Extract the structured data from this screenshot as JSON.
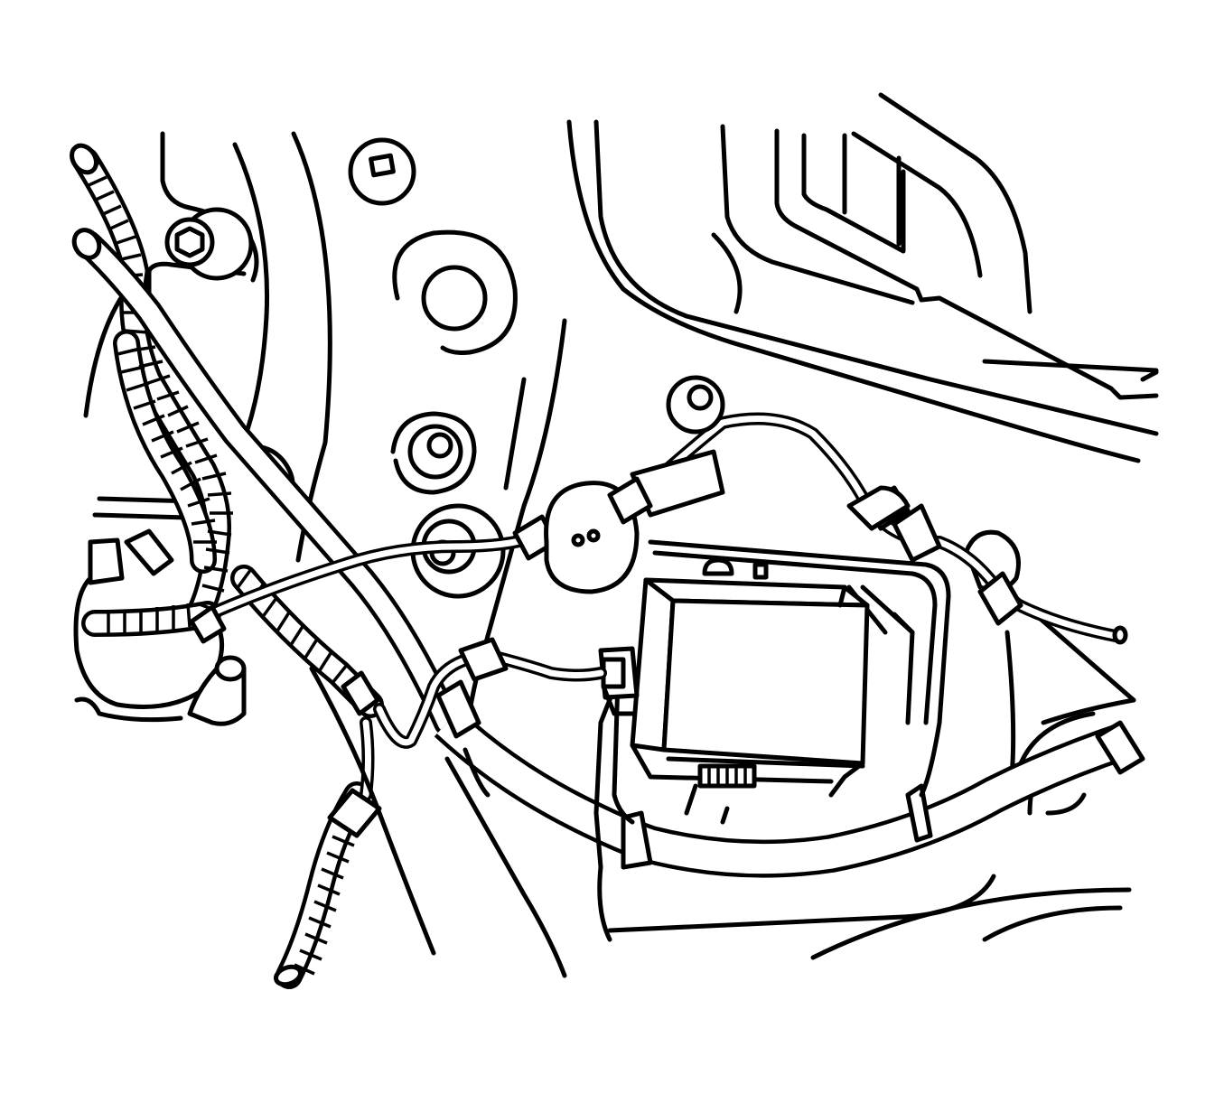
{
  "diagram": {
    "kind": "line-art service illustration",
    "background_color": "#ffffff",
    "line_color": "#000000",
    "components": [
      {
        "name": "wiring-harness-spiral-wrap",
        "icon": "harness-icon"
      },
      {
        "name": "vacuum-tube",
        "icon": "tube-icon"
      },
      {
        "name": "control-module",
        "icon": "module-icon"
      },
      {
        "name": "module-connector",
        "icon": "connector-icon"
      },
      {
        "name": "harness-clips",
        "icon": "clip-icon"
      },
      {
        "name": "body-grommets",
        "icon": "grommet-icon"
      },
      {
        "name": "mounting-bolt",
        "icon": "bolt-icon"
      },
      {
        "name": "main-harness-trunk",
        "icon": "trunk-icon"
      },
      {
        "name": "body-panel-outlines",
        "icon": "panel-icon"
      }
    ]
  }
}
